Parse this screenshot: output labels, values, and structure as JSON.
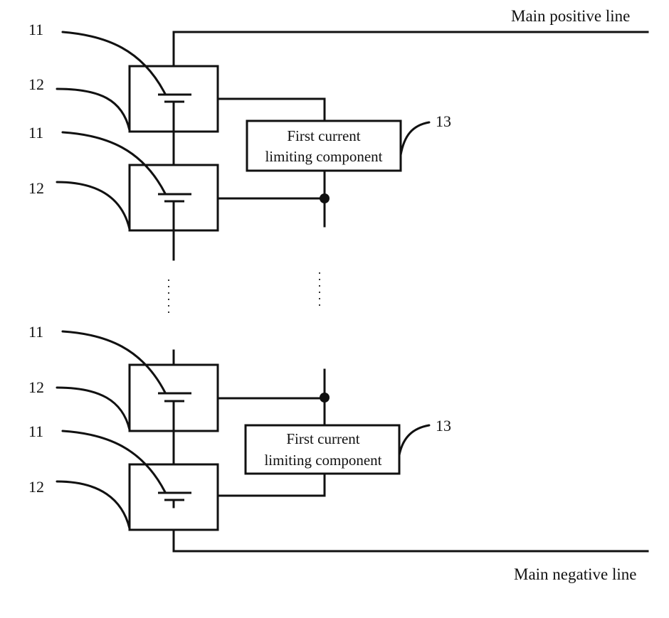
{
  "rails": {
    "positive_label": "Main positive line",
    "negative_label": "Main negative line"
  },
  "ref_numbers": {
    "cell": "11",
    "cell_box": "12",
    "current_limiter": "13"
  },
  "component": {
    "line1": "First current",
    "line2": "limiting component"
  }
}
